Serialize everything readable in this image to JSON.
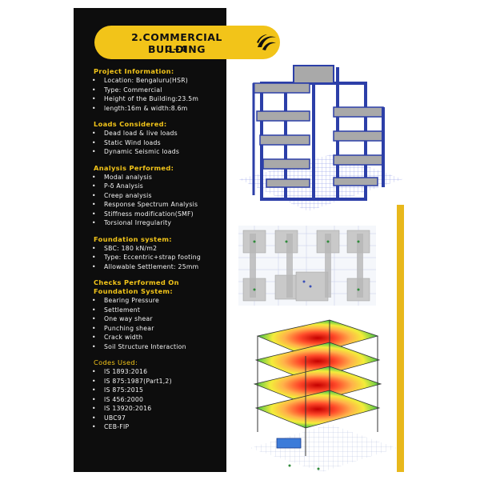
{
  "title": {
    "line1": "2.COMMERCIAL BUILDING",
    "line2": "G+4"
  },
  "sections": [
    {
      "heading": [
        "Project Information:"
      ],
      "items": [
        "Location: Bengaluru(HSR)",
        "Type: Commercial",
        "Height of the Building:23.5m",
        "length:16m & width:8.6m"
      ]
    },
    {
      "heading": [
        "Loads Considered:"
      ],
      "items": [
        "Dead load & live loads",
        "Static Wind loads",
        "Dynamic Seismic loads"
      ]
    },
    {
      "heading": [
        "Analysis Performed:"
      ],
      "items": [
        "Modal analysis",
        "P-δ Analysis",
        "Creep analysis",
        "Response Spectrum Analysis",
        "Stiffness modification(SMF)",
        "Torsional Irregularity"
      ]
    },
    {
      "heading": [
        "Foundation system:"
      ],
      "items": [
        "SBC: 180 kN/m2",
        "Type: Eccentric+strap footing",
        "Allowable Settlement: 25mm"
      ]
    },
    {
      "heading": [
        "Checks Performed On",
        "Foundation System:"
      ],
      "items": [
        "Bearing Pressure",
        "Settlement",
        "One way shear",
        "Punching shear",
        "Crack width",
        "Soil Structure Interaction"
      ]
    },
    {
      "heading": [
        "Codes Used:"
      ],
      "items": [
        "IS 1893:2016",
        "IS 875:1987(Part1,2)",
        "IS 875:2015",
        "IS 456:2000",
        "IS 13920:2016",
        "UBC97",
        "CEB-FIP"
      ]
    }
  ],
  "colors": {
    "dark": "#0d0d0d",
    "accent": "#f2c419",
    "text": "#f3f3f3",
    "frame_blue": "#2c3fa8",
    "slab_grey": "#a9a9a9"
  },
  "icons": [
    "swoosh-logo-icon"
  ]
}
